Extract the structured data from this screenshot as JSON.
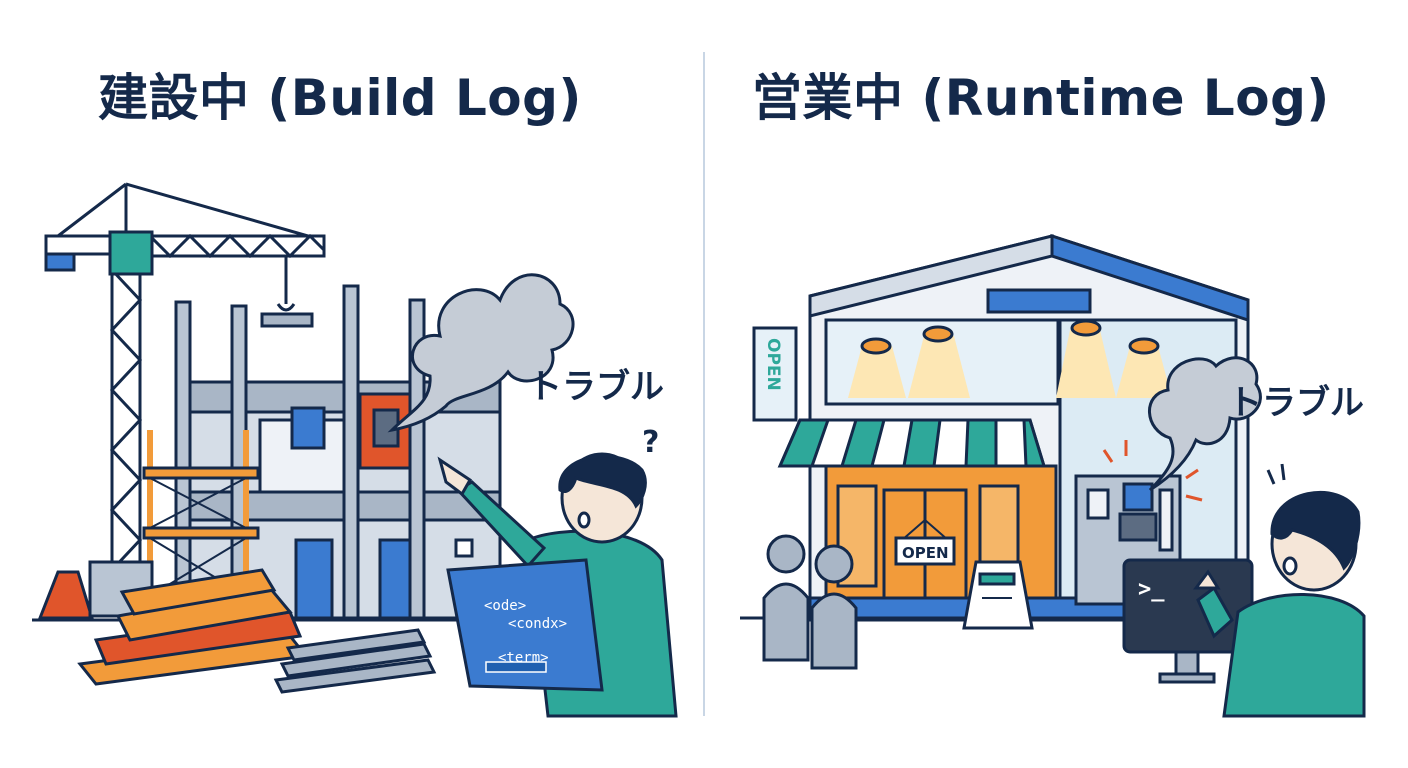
{
  "left_panel": {
    "title": "建設中 (Build Log)",
    "trouble_label": "トラブル",
    "question_mark": "?",
    "blueprint_lines": [
      "<ode>",
      "<condx>",
      "<term>"
    ]
  },
  "right_panel": {
    "title": "営業中 (Runtime Log)",
    "trouble_label": "トラブル",
    "open_sign_vertical": "OPEN",
    "open_sign_door": "OPEN",
    "terminal_prompt": ">_"
  },
  "colors": {
    "navy": "#14294a",
    "teal": "#2ea89a",
    "blue": "#3b7bd0",
    "orange": "#f29b3a",
    "red": "#e0552b",
    "smoke": "#c5ccd6",
    "steel": "#a9b6c6"
  },
  "icons": [
    "crane-icon",
    "building-frame-icon",
    "smoke-icon",
    "person-icon",
    "blueprint-icon",
    "storefront-icon",
    "server-icon",
    "monitor-icon",
    "customer-icon",
    "lumber-icon",
    "steel-bars-icon",
    "traffic-cone-icon",
    "awning-icon",
    "sandwich-board-icon"
  ]
}
